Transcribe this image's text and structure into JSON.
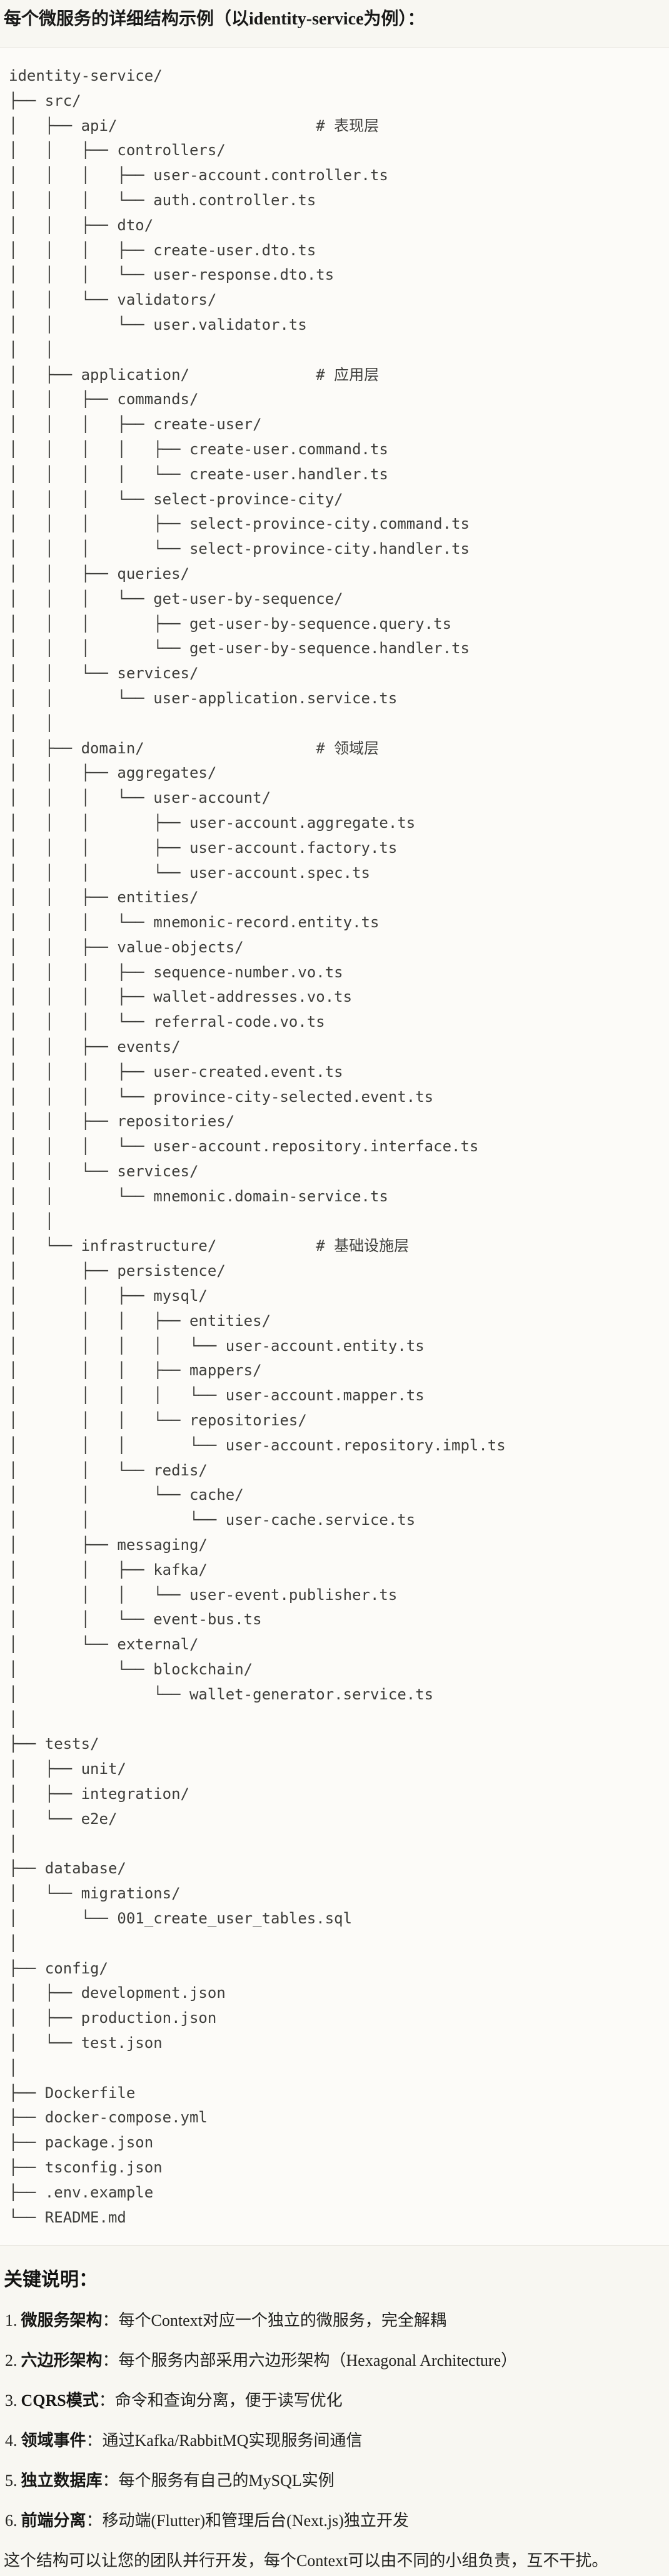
{
  "page": {
    "title": "每个微服务的详细结构示例（以identity-service为例）："
  },
  "code_block": {
    "language": "plaintext-tree",
    "tree_lines": [
      "identity-service/",
      "├── src/",
      "│   ├── api/                      # 表现层",
      "│   │   ├── controllers/",
      "│   │   │   ├── user-account.controller.ts",
      "│   │   │   └── auth.controller.ts",
      "│   │   ├── dto/",
      "│   │   │   ├── create-user.dto.ts",
      "│   │   │   └── user-response.dto.ts",
      "│   │   └── validators/",
      "│   │       └── user.validator.ts",
      "│   │",
      "│   ├── application/              # 应用层",
      "│   │   ├── commands/",
      "│   │   │   ├── create-user/",
      "│   │   │   │   ├── create-user.command.ts",
      "│   │   │   │   └── create-user.handler.ts",
      "│   │   │   └── select-province-city/",
      "│   │   │       ├── select-province-city.command.ts",
      "│   │   │       └── select-province-city.handler.ts",
      "│   │   ├── queries/",
      "│   │   │   └── get-user-by-sequence/",
      "│   │   │       ├── get-user-by-sequence.query.ts",
      "│   │   │       └── get-user-by-sequence.handler.ts",
      "│   │   └── services/",
      "│   │       └── user-application.service.ts",
      "│   │",
      "│   ├── domain/                   # 领域层",
      "│   │   ├── aggregates/",
      "│   │   │   └── user-account/",
      "│   │   │       ├── user-account.aggregate.ts",
      "│   │   │       ├── user-account.factory.ts",
      "│   │   │       └── user-account.spec.ts",
      "│   │   ├── entities/",
      "│   │   │   └── mnemonic-record.entity.ts",
      "│   │   ├── value-objects/",
      "│   │   │   ├── sequence-number.vo.ts",
      "│   │   │   ├── wallet-addresses.vo.ts",
      "│   │   │   └── referral-code.vo.ts",
      "│   │   ├── events/",
      "│   │   │   ├── user-created.event.ts",
      "│   │   │   └── province-city-selected.event.ts",
      "│   │   ├── repositories/",
      "│   │   │   └── user-account.repository.interface.ts",
      "│   │   └── services/",
      "│   │       └── mnemonic.domain-service.ts",
      "│   │",
      "│   └── infrastructure/           # 基础设施层",
      "│       ├── persistence/",
      "│       │   ├── mysql/",
      "│       │   │   ├── entities/",
      "│       │   │   │   └── user-account.entity.ts",
      "│       │   │   ├── mappers/",
      "│       │   │   │   └── user-account.mapper.ts",
      "│       │   │   └── repositories/",
      "│       │   │       └── user-account.repository.impl.ts",
      "│       │   └── redis/",
      "│       │       └── cache/",
      "│       │           └── user-cache.service.ts",
      "│       ├── messaging/",
      "│       │   ├── kafka/",
      "│       │   │   └── user-event.publisher.ts",
      "│       │   └── event-bus.ts",
      "│       └── external/",
      "│           └── blockchain/",
      "│               └── wallet-generator.service.ts",
      "│",
      "├── tests/",
      "│   ├── unit/",
      "│   ├── integration/",
      "│   └── e2e/",
      "│",
      "├── database/",
      "│   └── migrations/",
      "│       └── 001_create_user_tables.sql",
      "│",
      "├── config/",
      "│   ├── development.json",
      "│   ├── production.json",
      "│   └── test.json",
      "│",
      "├── Dockerfile",
      "├── docker-compose.yml",
      "├── package.json",
      "├── tsconfig.json",
      "├── .env.example",
      "└── README.md"
    ]
  },
  "notes": {
    "heading": "关键说明：",
    "items": [
      {
        "num": "1.",
        "term": "微服务架构",
        "desc": "：每个Context对应一个独立的微服务，完全解耦"
      },
      {
        "num": "2.",
        "term": "六边形架构",
        "desc": "：每个服务内部采用六边形架构（Hexagonal Architecture）"
      },
      {
        "num": "3.",
        "term": "CQRS模式",
        "desc": "：命令和查询分离，便于读写优化"
      },
      {
        "num": "4.",
        "term": "领域事件",
        "desc": "：通过Kafka/RabbitMQ实现服务间通信"
      },
      {
        "num": "5.",
        "term": "独立数据库",
        "desc": "：每个服务有自己的MySQL实例"
      },
      {
        "num": "6.",
        "term": "前端分离",
        "desc": "：移动端(Flutter)和管理后台(Next.js)独立开发"
      }
    ]
  },
  "footer": {
    "text": "这个结构可以让您的团队并行开发，每个Context可以由不同的小组负责，互不干扰。"
  },
  "colors": {
    "page_bg": "#f8f7f2",
    "code_bg": "#fcfbf8",
    "code_border": "#e7e5de",
    "code_text": "#3e3e3b",
    "heading_text": "#141413"
  }
}
